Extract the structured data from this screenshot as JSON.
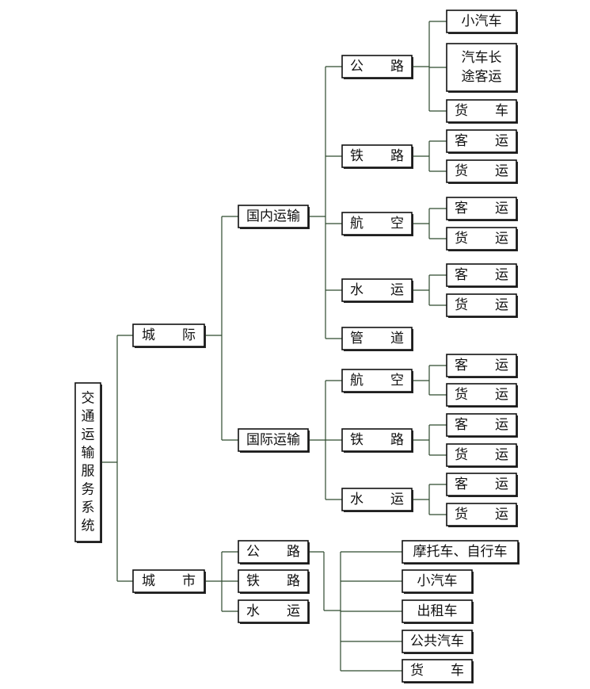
{
  "diagram": {
    "root": {
      "label": "交通运输服务系统"
    },
    "level1": [
      {
        "id": "intercity",
        "label": "城　　际"
      },
      {
        "id": "urban",
        "label": "城　　市"
      }
    ],
    "intercity": [
      {
        "id": "domestic",
        "label": "国内运输"
      },
      {
        "id": "international",
        "label": "国际运输"
      }
    ],
    "domestic": [
      {
        "label": "公　　路",
        "children": [
          {
            "label": "小汽车"
          },
          {
            "label": "汽车长途客运"
          },
          {
            "label": "货　　车"
          }
        ]
      },
      {
        "label": "铁　　路",
        "children": [
          {
            "label": "客　　运"
          },
          {
            "label": "货　　运"
          }
        ]
      },
      {
        "label": "航　　空",
        "children": [
          {
            "label": "客　　运"
          },
          {
            "label": "货　　运"
          }
        ]
      },
      {
        "label": "水　　运",
        "children": [
          {
            "label": "客　　运"
          },
          {
            "label": "货　　运"
          }
        ]
      },
      {
        "label": "管　　道",
        "children": []
      }
    ],
    "international": [
      {
        "label": "航　　空",
        "children": [
          {
            "label": "客　　运"
          },
          {
            "label": "货　　运"
          }
        ]
      },
      {
        "label": "铁　　路",
        "children": [
          {
            "label": "客　　运"
          },
          {
            "label": "货　　运"
          }
        ]
      },
      {
        "label": "水　　运",
        "children": [
          {
            "label": "客　　运"
          },
          {
            "label": "货　　运"
          }
        ]
      }
    ],
    "urban": [
      {
        "label": "公　　路"
      },
      {
        "label": "铁　　路"
      },
      {
        "label": "水　　运"
      }
    ],
    "urban_road": [
      {
        "label": "摩托车、自行车"
      },
      {
        "label": "小汽车"
      },
      {
        "label": "出租车"
      },
      {
        "label": "公共汽车"
      },
      {
        "label": "货　　车"
      }
    ]
  }
}
